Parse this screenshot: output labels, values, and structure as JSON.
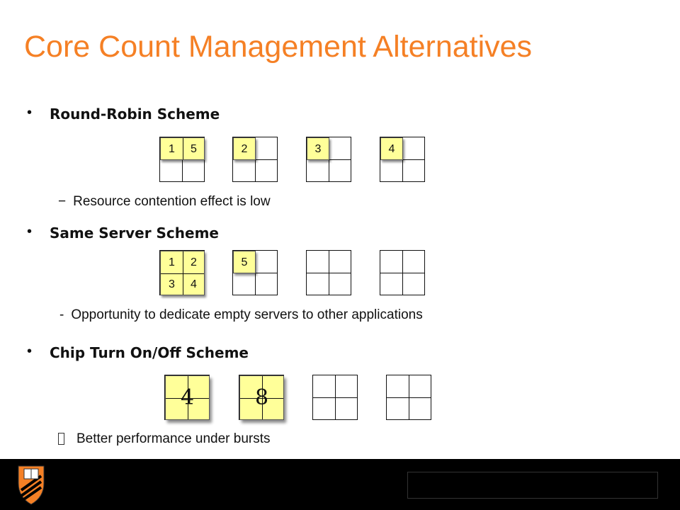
{
  "title": "Core Count Management Alternatives",
  "sections": [
    {
      "bullet": "•",
      "heading": "Round-Robin Scheme",
      "note_marker": "−",
      "note": "Resource contention effect is low",
      "servers": [
        {
          "cores": [
            "1",
            "5"
          ]
        },
        {
          "cores": [
            "2"
          ]
        },
        {
          "cores": [
            "3"
          ]
        },
        {
          "cores": [
            "4"
          ]
        }
      ]
    },
    {
      "bullet": "•",
      "heading": "Same Server Scheme",
      "note_marker": "-",
      "note": "Opportunity to dedicate empty servers to other applications",
      "servers": [
        {
          "cores": [
            "1",
            "2",
            "3",
            "4"
          ]
        },
        {
          "cores": [
            "5"
          ]
        },
        {
          "cores": []
        },
        {
          "cores": []
        }
      ]
    },
    {
      "bullet": "•",
      "heading": "Chip Turn On/Off Scheme",
      "note_marker": "",
      "note": "Better performance under bursts",
      "servers": [
        {
          "cores": [
            "4"
          ]
        },
        {
          "cores": [
            "8"
          ]
        },
        {
          "cores": []
        },
        {
          "cores": []
        }
      ]
    }
  ],
  "colors": {
    "title": "#f58025",
    "core_fill": "#ffff99",
    "footer": "#000000"
  },
  "footer": {
    "logo_icon": "princeton-shield-icon"
  }
}
